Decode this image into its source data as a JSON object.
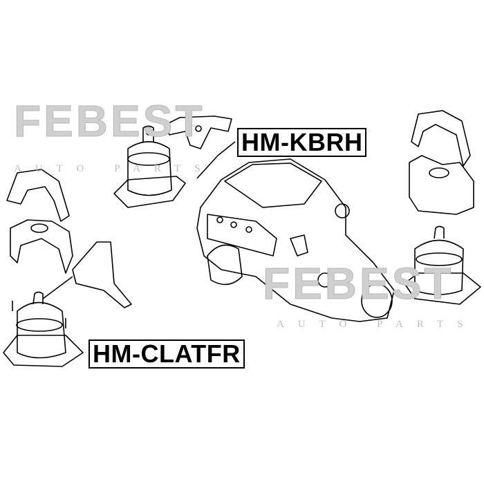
{
  "watermark": {
    "brand": "FEBEST",
    "tagline": "AUTO PARTS"
  },
  "labels": {
    "part_1": "HM-KBRH",
    "part_2": "HM-CLATFR"
  },
  "colors": {
    "line": "#000000",
    "watermark": "#c8c8c8",
    "background": "#ffffff"
  }
}
